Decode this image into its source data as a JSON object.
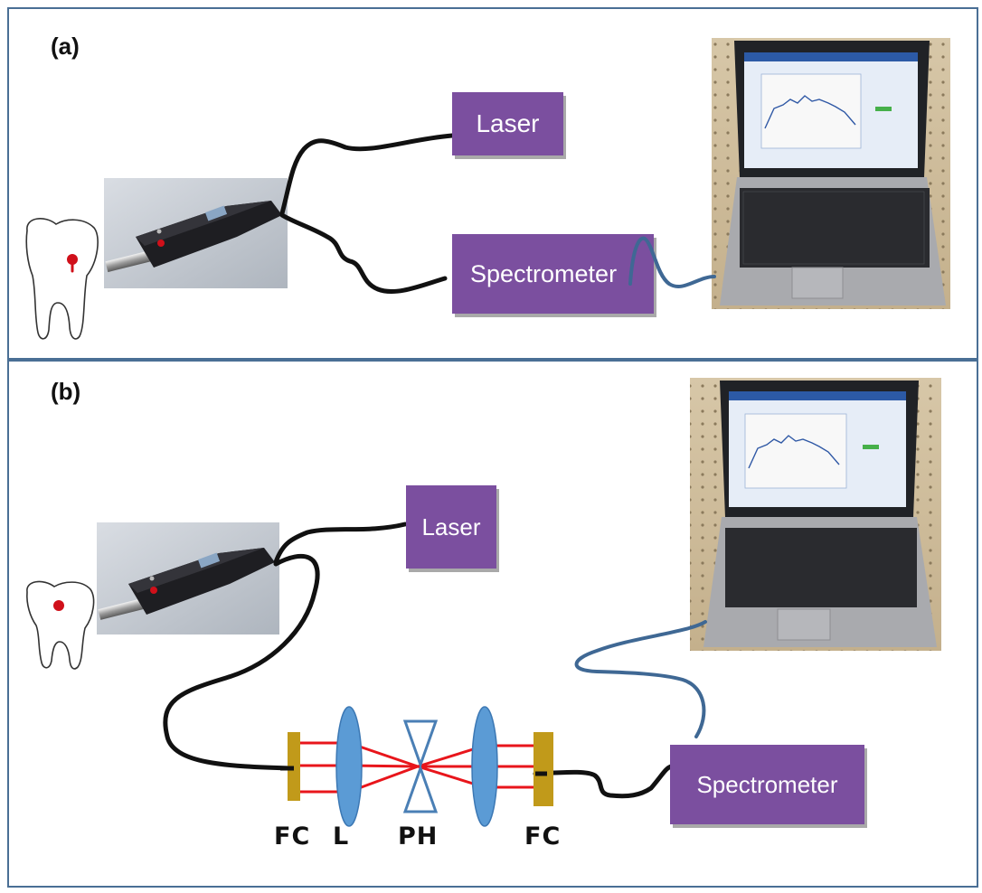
{
  "panels": [
    {
      "label": "(a)",
      "laser_label": "Laser",
      "spectrometer_label": "Spectrometer"
    },
    {
      "label": "(b)",
      "laser_label": "Laser",
      "spectrometer_label": "Spectrometer",
      "optics": {
        "fc_left": "FC",
        "lens": "L",
        "pinhole": "PH",
        "fc_right": "FC"
      }
    }
  ],
  "colors": {
    "border": "#4a6f95",
    "box_fill": "#7b4f9f",
    "fiber": "#111111",
    "usb_cable": "#3f6894",
    "beam": "#e8151b",
    "lens": "#5b9bd5",
    "coupler": "#c19a1a",
    "tooth_spot": "#d0101a"
  }
}
